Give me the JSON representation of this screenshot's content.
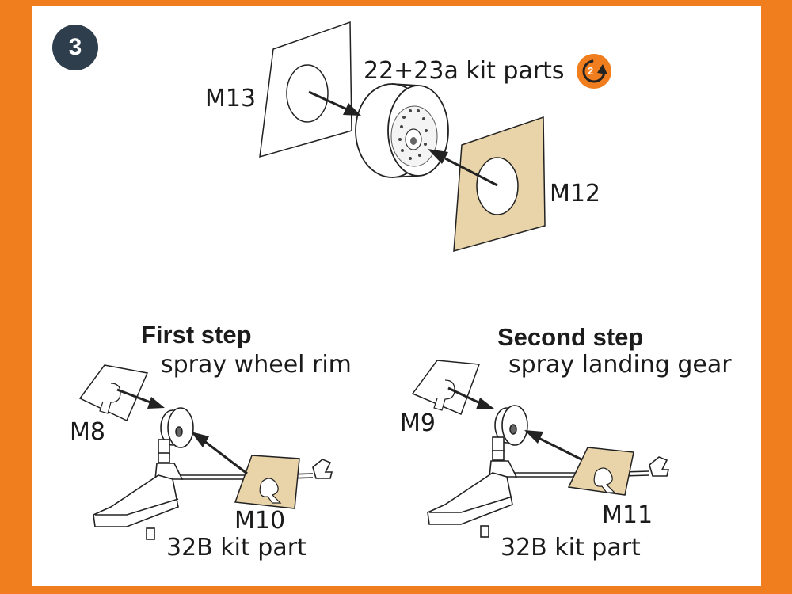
{
  "step_number": "3",
  "colors": {
    "frame": "#f07d1e",
    "mask": "#e9d3a8",
    "badge": "#2e3e4d",
    "ink": "#1a1a1a"
  },
  "icons": {
    "rotate_badge": "rotate-2-icon"
  },
  "top": {
    "kit_parts_label": "22+23a kit parts",
    "rotate_badge_text": "2",
    "mask_front_label": "M13",
    "mask_back_label": "M12"
  },
  "first_step": {
    "title": "First step",
    "subtitle": "spray wheel rim",
    "mask_label": "M8",
    "mask_label_2": "M10",
    "kit_part_label": "32B kit part"
  },
  "second_step": {
    "title": "Second step",
    "subtitle": "spray landing gear",
    "mask_label": "M9",
    "mask_label_2": "M11",
    "kit_part_label": "32B kit part"
  }
}
